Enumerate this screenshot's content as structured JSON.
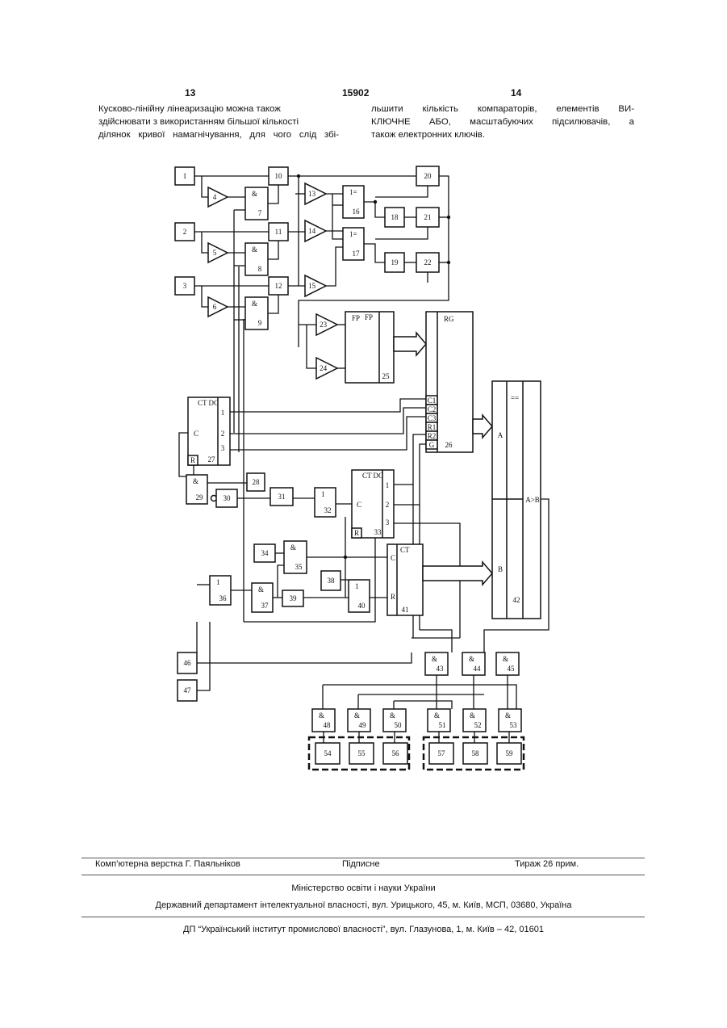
{
  "header": {
    "left_page": "13",
    "doc_number": "15902",
    "right_page": "14"
  },
  "text": {
    "left_col": [
      "Кусково-лінійну лінеаризацію можна також",
      "здійснювати з використанням більшої кількості",
      "ділянок кривої намагнічування, для чого слід збі-"
    ],
    "right_col": [
      "льшити кількість компараторів, елементів ВИ-",
      "КЛЮЧНЕ АБО, масштабуючих підсилювачів, а",
      "також електронних ключів."
    ]
  },
  "figure": {
    "blocks": [
      {
        "id": "b1",
        "label": "1"
      },
      {
        "id": "b2",
        "label": "2"
      },
      {
        "id": "b3",
        "label": "3"
      },
      {
        "id": "b4",
        "label": "4"
      },
      {
        "id": "b5",
        "label": "5"
      },
      {
        "id": "b6",
        "label": "6"
      },
      {
        "id": "b7",
        "label": "7",
        "sym": "&"
      },
      {
        "id": "b8",
        "label": "8",
        "sym": "&"
      },
      {
        "id": "b9",
        "label": "9",
        "sym": "&"
      },
      {
        "id": "b10",
        "label": "10"
      },
      {
        "id": "b11",
        "label": "11"
      },
      {
        "id": "b12",
        "label": "12"
      },
      {
        "id": "b13",
        "label": "13"
      },
      {
        "id": "b14",
        "label": "14"
      },
      {
        "id": "b15",
        "label": "15"
      },
      {
        "id": "b16",
        "label": "16",
        "sym": "1="
      },
      {
        "id": "b17",
        "label": "17",
        "sym": "1="
      },
      {
        "id": "b18",
        "label": "18"
      },
      {
        "id": "b19",
        "label": "19"
      },
      {
        "id": "b20",
        "label": "20"
      },
      {
        "id": "b21",
        "label": "21"
      },
      {
        "id": "b22",
        "label": "22"
      },
      {
        "id": "b23",
        "label": "23"
      },
      {
        "id": "b24",
        "label": "24"
      },
      {
        "id": "b25",
        "label": "25",
        "sym": "FP"
      },
      {
        "id": "b26",
        "label": "26",
        "sym": "RG"
      },
      {
        "id": "b27",
        "label": "27",
        "sym": "CT DC"
      },
      {
        "id": "b28",
        "label": "28"
      },
      {
        "id": "b29",
        "label": "29",
        "sym": "&"
      },
      {
        "id": "b30",
        "label": "30"
      },
      {
        "id": "b31",
        "label": "31"
      },
      {
        "id": "b32",
        "label": "32",
        "sym": "1"
      },
      {
        "id": "b33",
        "label": "33",
        "sym": "CT DC"
      },
      {
        "id": "b34",
        "label": "34"
      },
      {
        "id": "b35",
        "label": "35",
        "sym": "&"
      },
      {
        "id": "b36",
        "label": "36",
        "sym": "1"
      },
      {
        "id": "b37",
        "label": "37",
        "sym": "&"
      },
      {
        "id": "b38",
        "label": "38"
      },
      {
        "id": "b39",
        "label": "39"
      },
      {
        "id": "b40",
        "label": "40",
        "sym": "1"
      },
      {
        "id": "b41",
        "label": "41",
        "sym": "CT"
      },
      {
        "id": "b42",
        "label": "42"
      },
      {
        "id": "b43",
        "label": "43",
        "sym": "&"
      },
      {
        "id": "b44",
        "label": "44",
        "sym": "&"
      },
      {
        "id": "b45",
        "label": "45",
        "sym": "&"
      },
      {
        "id": "b46",
        "label": "46"
      },
      {
        "id": "b47",
        "label": "47"
      },
      {
        "id": "b48",
        "label": "48",
        "sym": "&"
      },
      {
        "id": "b49",
        "label": "49",
        "sym": "&"
      },
      {
        "id": "b50",
        "label": "50",
        "sym": "&"
      },
      {
        "id": "b51",
        "label": "51",
        "sym": "&"
      },
      {
        "id": "b52",
        "label": "52",
        "sym": "&"
      },
      {
        "id": "b53",
        "label": "53",
        "sym": "&"
      },
      {
        "id": "b54",
        "label": "54"
      },
      {
        "id": "b55",
        "label": "55"
      },
      {
        "id": "b56",
        "label": "56"
      },
      {
        "id": "b57",
        "label": "57"
      },
      {
        "id": "b58",
        "label": "58"
      },
      {
        "id": "b59",
        "label": "59"
      }
    ],
    "pin_labels": {
      "c": "C",
      "r": "R",
      "r1": "R1",
      "r2": "R2",
      "c1": "C1",
      "c2": "C2",
      "c3": "C3",
      "g": "G",
      "p1": "1",
      "p2": "2",
      "p3": "3",
      "a": "A",
      "b": "B",
      "eq": "==",
      "agb": "A>B"
    }
  },
  "footer": {
    "typesetting": "Комп’ютерна верстка Г. Паяльніков",
    "signed": "Підписне",
    "circulation": "Тираж 26 прим.",
    "ministry": "Міністерство освіти і науки України",
    "department": "Державний департамент інтелектуальної власності, вул. Урицького, 45, м. Київ, МСП, 03680, Україна",
    "institute": "ДП “Український інститут промислової власності”, вул. Глазунова, 1, м. Київ – 42, 01601"
  }
}
